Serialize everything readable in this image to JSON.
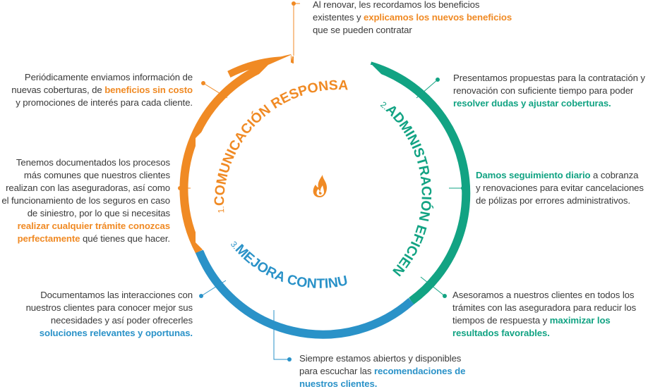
{
  "colors": {
    "orange": "#f08a24",
    "teal": "#12a383",
    "blue": "#2a92c8",
    "text": "#3a3a3a"
  },
  "center_icon": "flame-icon",
  "sections": {
    "comunicacion": {
      "number": "1.",
      "title": "COMUNICACIÓN RESPONSABLE"
    },
    "administracion": {
      "number": "2.",
      "title": "ADMINISTRACIÓN EFICIENTE"
    },
    "mejora": {
      "number": "3.",
      "title": "MEJORA CONTINUA"
    }
  },
  "notes": {
    "top": {
      "a": "Al renovar, les recordamos los beneficios existentes y ",
      "b": "explicamos los nuevos beneficios",
      "c": " que se pueden contratar"
    },
    "upper_left": {
      "a": "Periódicamente enviamos información de nuevas coberturas, de ",
      "b": "beneficios sin costo",
      "c": " y promociones de interés para cada cliente."
    },
    "mid_left": {
      "a": "Tenemos documentados los procesos más comunes que nuestros clientes realizan con las aseguradoras, así como el funcionamiento de los seguros en caso de siniestro, por lo que si necesitas ",
      "b": "realizar cualquier trámite conozcas perfectamente",
      "c": " qué tienes que hacer."
    },
    "lower_left": {
      "a": "Documentamos las interacciones con nuestros clientes para conocer mejor sus necesidades y así poder ofrecerles ",
      "b": "soluciones relevantes y oportunas."
    },
    "upper_right": {
      "a": "Presentamos propuestas para la contratación y renovación con suficiente tiempo para poder ",
      "b": "resolver dudas y ajustar coberturas."
    },
    "mid_right": {
      "a": "Damos seguimiento diario",
      "b": " a cobranza y renovaciones para evitar cancelaciones de pólizas por errores administrativos."
    },
    "lower_right": {
      "a": "Asesoramos a nuestros clientes en todos los trámites con las aseguradora para reducir los tiempos de respuesta y ",
      "b": "maximizar los resultados favorables."
    },
    "bottom": {
      "a": "Siempre estamos abiertos y disponibles para escuchar las ",
      "b": "recomendaciones de nuestros clientes."
    }
  }
}
